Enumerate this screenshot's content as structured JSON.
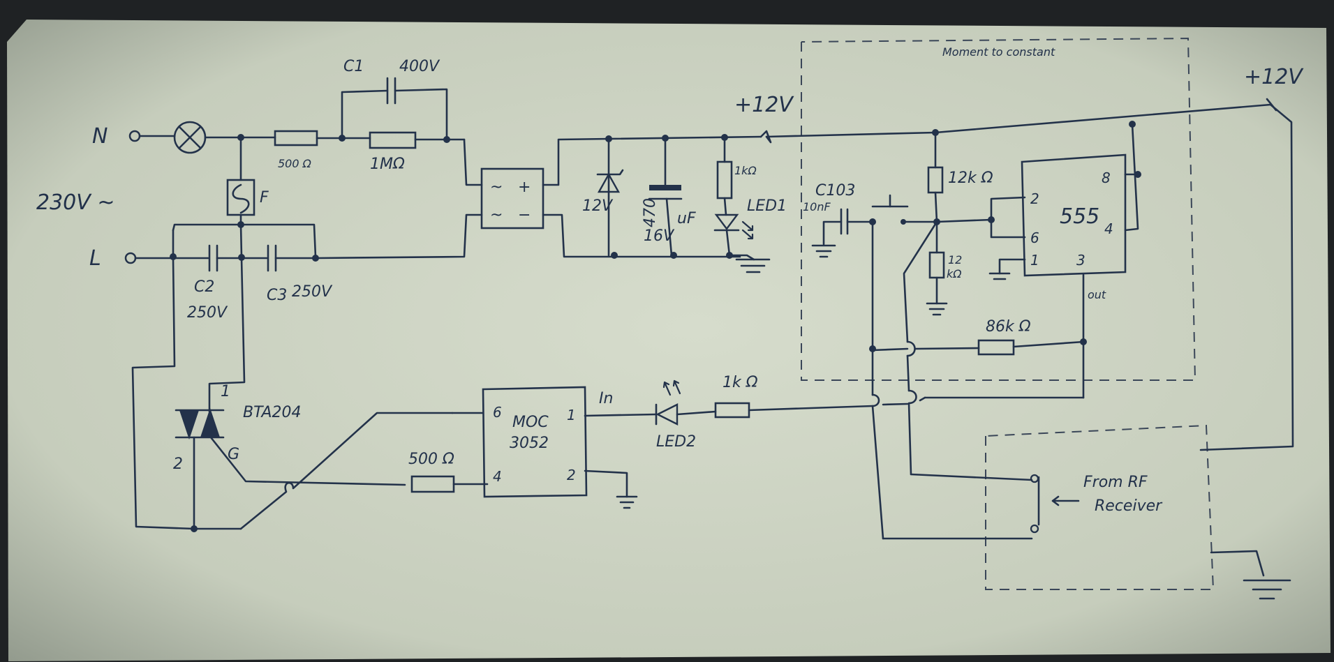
{
  "colors": {
    "paper_light": "#d6dccc",
    "paper_dark": "#8f978a",
    "ink": "#23324a"
  },
  "labels": {
    "mains_n": "N",
    "mains_l": "L",
    "mains_voltage": "230V ~",
    "c1_name": "C1",
    "c1_rating": "400V",
    "r_500_top": "500 Ω",
    "r_1m": "1MΩ",
    "fuse": "F",
    "c2_name": "C2",
    "c2_rating": "250V",
    "c3_name": "C3",
    "c3_rating": "250V",
    "plus12_top": "+12V",
    "plus12_right": "+12V",
    "zener": "12V",
    "cap_470_value": "470",
    "cap_470_unit": "uF",
    "cap_470_rating": "16V",
    "r_1k_led": "1kΩ",
    "led1": "LED1",
    "moment_box": "Moment to constant",
    "c103_name": "C103",
    "c103_value": "10nF",
    "r_12k_top": "12k Ω",
    "r_12k_bottom_a": "12",
    "r_12k_bottom_b": "kΩ",
    "ic555": "555",
    "pin_8": "8",
    "pin_2": "2",
    "pin_6": "6",
    "pin_4": "4",
    "pin_1": "1",
    "pin_3": "3",
    "out": "out",
    "r_86k": "86k Ω",
    "moc_a": "MOC",
    "moc_b": "3052",
    "moc_pin_6": "6",
    "moc_pin_1": "1",
    "moc_pin_4": "4",
    "moc_pin_2": "2",
    "in": "In",
    "led2": "LED2",
    "r_1k_led2": "1k Ω",
    "r_500_gate": "500 Ω",
    "triac": "BTA204",
    "triac_1": "1",
    "triac_2": "2",
    "triac_g": "G",
    "rf_a": "From RF",
    "rf_b": "Receiver"
  }
}
